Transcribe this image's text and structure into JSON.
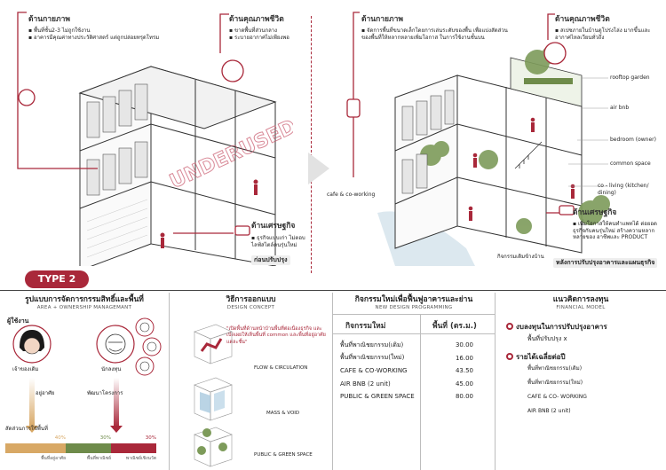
{
  "top_left": {
    "physical_title": "ด้านกายภาพ",
    "physical_items": [
      "พื้นที่ชั้น2-3 ไม่ถูกใช้งาน",
      "อาคารมีคุณค่าทางประวัติศาสตร์ แต่ถูกปล่อยทรุดโทรม"
    ],
    "life_title": "ด้านคุณภาพชีวิต",
    "life_items": [
      "ขาดพื้นที่ส่วนกลาง",
      "ระบายอากาศไม่เพียงพอ"
    ],
    "economy_title": "ด้านเศรษฐกิจ",
    "economy_items": [
      "ธุรกิจแบบเก่า ไม่ตอบ",
      "ไลฟ์สไตล์คนรุ่นใหม่"
    ],
    "before_label": "ก่อนปรับปรุง",
    "stamp": "UNDERUSED"
  },
  "top_right": {
    "physical_title": "ด้านกายภาพ",
    "physical_text": "จัดการพื้นที่ขนาดเล็กโดยการเล่นระดับของพื้น เพื่อแบ่งสัดส่วนของพื้นที่ให้หลากหลายเพิ่มโอกาส ในการใช้งานชั้นบน",
    "life_title": "ด้านคุณภาพชีวิต",
    "life_text": "สเปซภายในบ้านดูโปร่งโล่ง มากขึ้นและอากาศไหลเวียนทั่วถึง",
    "economy_title": "ด้านเศรษฐกิจ",
    "economy_text": "เพิ่มโอกาสให้คนทำแพทได้ ต่อยอดธุรกิจกับคนรุ่นใหม่ สร้างความหลากหลายของ อาชีพและ PRODUCT",
    "after_label": "หลังการปรับปรุงอาคารและแผนธุรกิจ",
    "callouts": [
      "rooftop garden",
      "air bnb",
      "bedroom (owner)",
      "common space",
      "co - living (kitchen/ dining)",
      "cafe & co-working",
      "กิจกรรมเดิมข้างบ้าน"
    ]
  },
  "type_badge": "TYPE 2",
  "area": {
    "title": "รูปแบบการจัดการกรรมสิทธิ์และพื้นที่",
    "subtitle": "AREA + OWNERSHIP MANAGEMANT",
    "user_label": "ผู้ใช้งาน",
    "owner_label": "เจ้าของเดิม",
    "developer_label": "นักลงทุน",
    "live_label": "อยู่อาศัย",
    "dev_label": "พัฒนาโครงการ",
    "share_label": "สัดส่วนการใช้พื้นที่",
    "bars": [
      {
        "pct": "40%",
        "label": "พื้นที่อยู่อาศัย",
        "value": 40,
        "color": "#d8a865"
      },
      {
        "pct": "30%",
        "label": "พื้นที่พาณิชย์",
        "value": 30,
        "color": "#6e8b4a"
      },
      {
        "pct": "30%",
        "label": "พาณิชย์เชิงนวัต",
        "value": 30,
        "color": "#a9283a"
      }
    ]
  },
  "design": {
    "title": "วิธีการออกแบบ",
    "subtitle": "DESIGN  CONCEPT",
    "quote": "\"เปิดพื้นที่ด้านหน้าบ้านพื้นที่ต่อเนื่องธุรกิจ และเปิดเผยให้เห็นพื้นที่ common และพื้นที่อยู่อาศัยแต่ละชั้น\"",
    "concepts": [
      "FLOW & CIRCULATION",
      "MASS & VOID",
      "PUBLIC & GREEN SPACE"
    ]
  },
  "program": {
    "title": "กิจกรรมใหม่เพื่อฟื้นฟูอาคารและย่าน",
    "subtitle": "NEW DESIGN PROGRAMMING",
    "col1": "กิจกรรมใหม่",
    "col2": "พื้นที่ (ตร.ม.)",
    "rows": [
      {
        "name": "พื้นที่พาณิชยกรรม(เดิม)",
        "area": "30.00"
      },
      {
        "name": "พื้นที่พาณิชยกรรม(ใหม่)",
        "area": "16.00"
      },
      {
        "name": "CAFE & CO-WORKING",
        "area": "43.50"
      },
      {
        "name": "AIR BNB  (2 unit)",
        "area": "45.00"
      },
      {
        "name": "PUBLIC & GREEN SPACE",
        "area": "80.00"
      }
    ]
  },
  "finance": {
    "title": "แนวคิดการลงทุน",
    "subtitle": "FINANCIAL  MODEL",
    "cost_title": "งบลงทุนในการปรับปรุงอาคาร",
    "cost_items": [
      "พื้นที่ปรับปรุง  x"
    ],
    "income_title": "รายได้เฉลี่ยต่อปี",
    "income_items": [
      "พื้นที่พาณิชยกรรม(เดิม)",
      "พื้นที่พาณิชยกรรม(ใหม่)",
      "CAFE & CO- WORKING",
      "AIR BNB  (2 unit)"
    ]
  }
}
